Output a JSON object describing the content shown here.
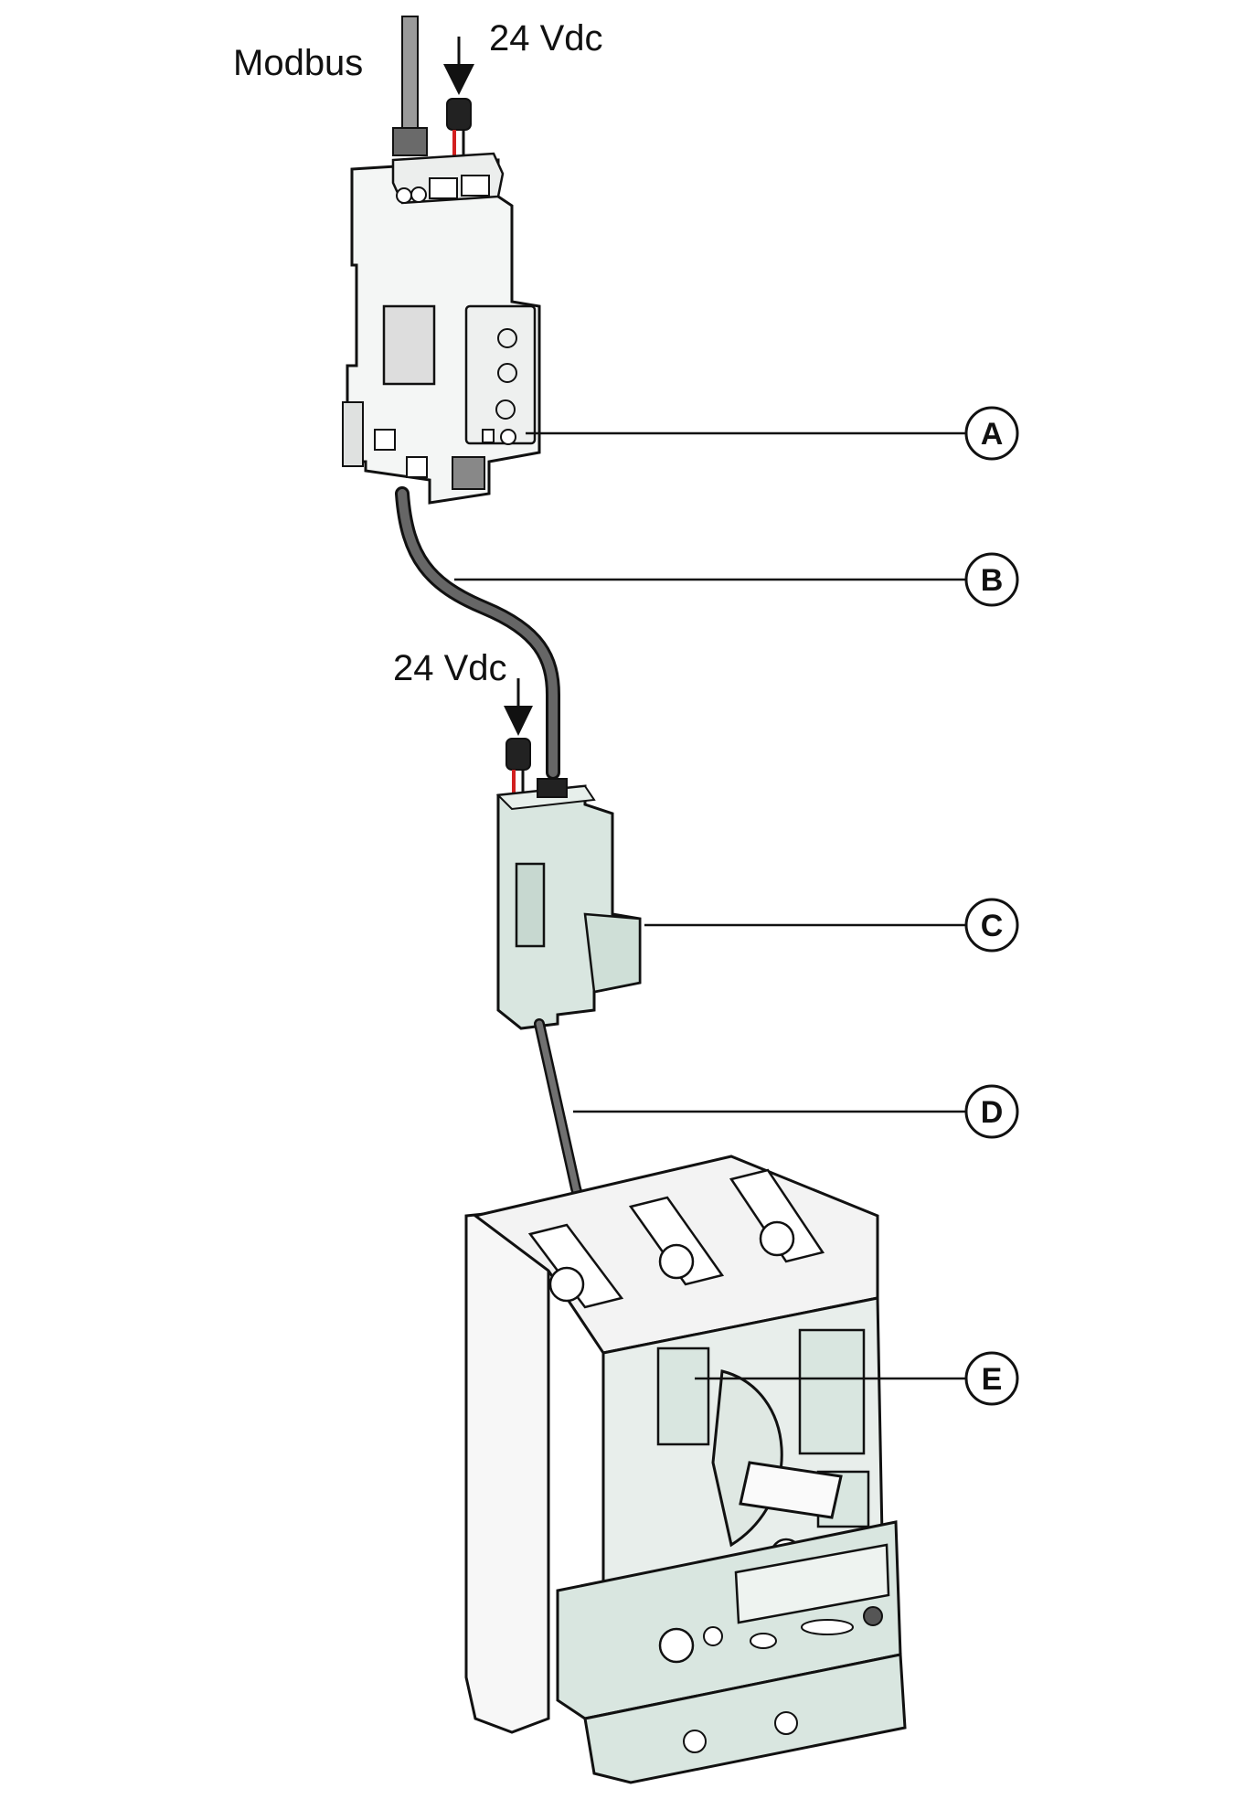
{
  "labels": {
    "modbus": "Modbus",
    "vdc_top": "24 Vdc",
    "vdc_mid": "24 Vdc"
  },
  "callouts": [
    {
      "letter": "A"
    },
    {
      "letter": "B"
    },
    {
      "letter": "C"
    },
    {
      "letter": "D"
    },
    {
      "letter": "E"
    }
  ],
  "colors": {
    "line": "#111111",
    "module_fill": "#f4f6f5",
    "green_fill": "#d9e6e0",
    "cable": "#555555",
    "wire_red": "#d22020"
  }
}
